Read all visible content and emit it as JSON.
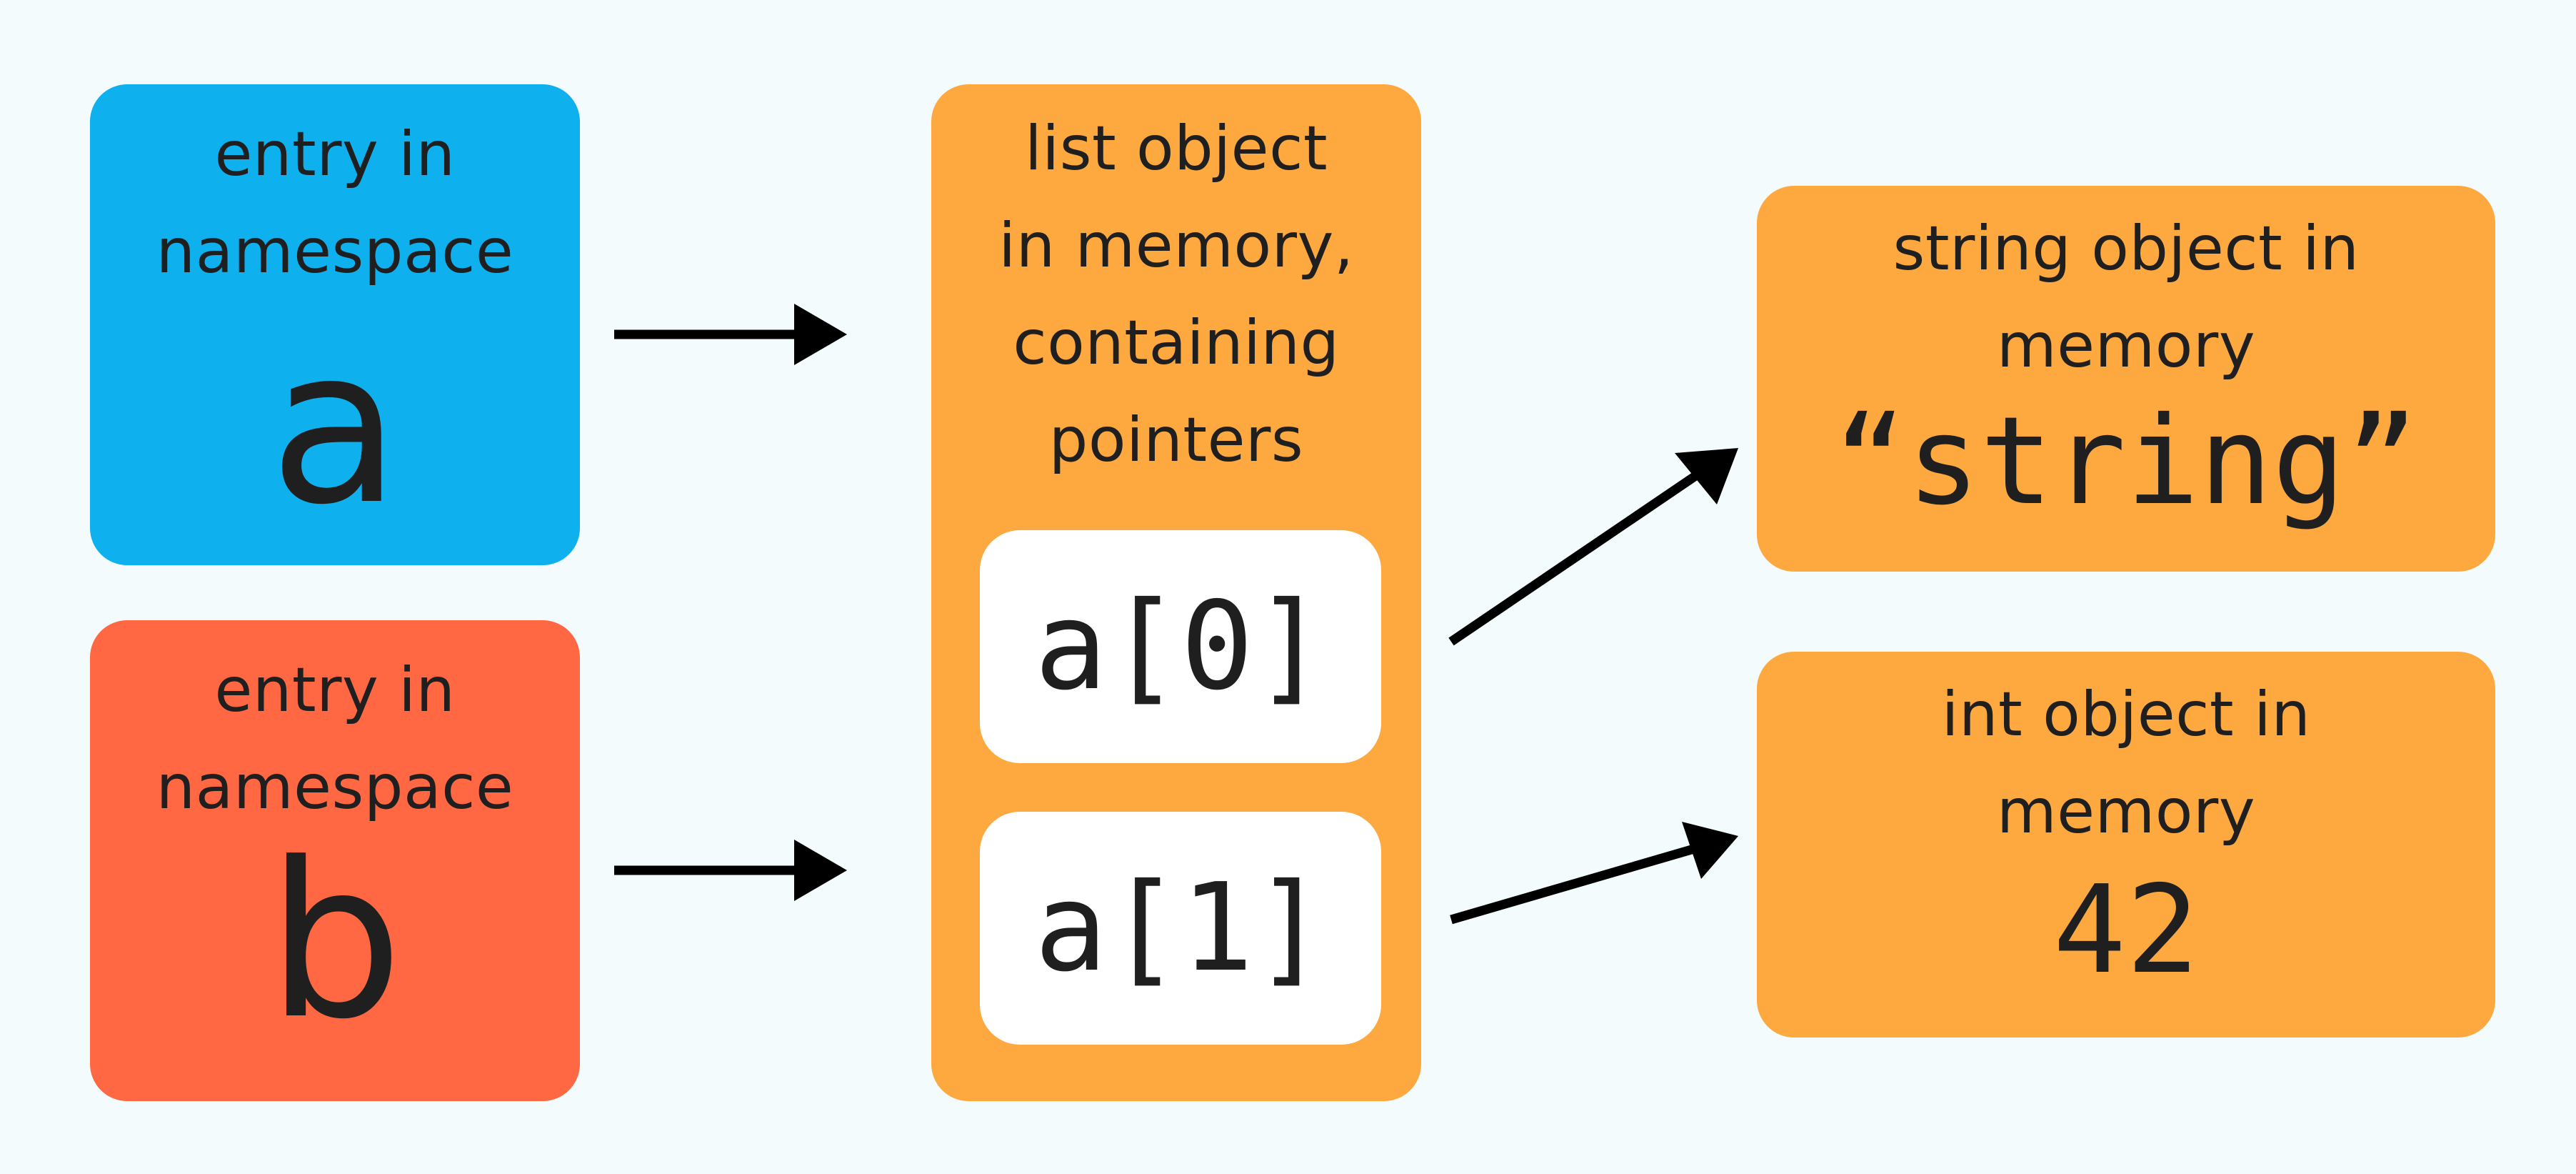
{
  "colors": {
    "background": "#f3fbfd",
    "namespace_a": "#0eb0ee",
    "namespace_b": "#ff6843",
    "object": "#fea840",
    "pointer_slot": "#ffffff",
    "text": "#1f1f1f",
    "arrow": "#000000"
  },
  "namespace_a": {
    "label": "entry in\nnamespace",
    "name": "a"
  },
  "namespace_b": {
    "label": "entry in\nnamespace",
    "name": "b"
  },
  "list_object": {
    "label": "list object\nin memory,\ncontaining\npointers",
    "slots": [
      {
        "text": "a[0]"
      },
      {
        "text": "a[1]"
      }
    ]
  },
  "string_object": {
    "label": "string object in\nmemory",
    "value": "“string”"
  },
  "int_object": {
    "label": "int object in\nmemory",
    "value": "42"
  }
}
